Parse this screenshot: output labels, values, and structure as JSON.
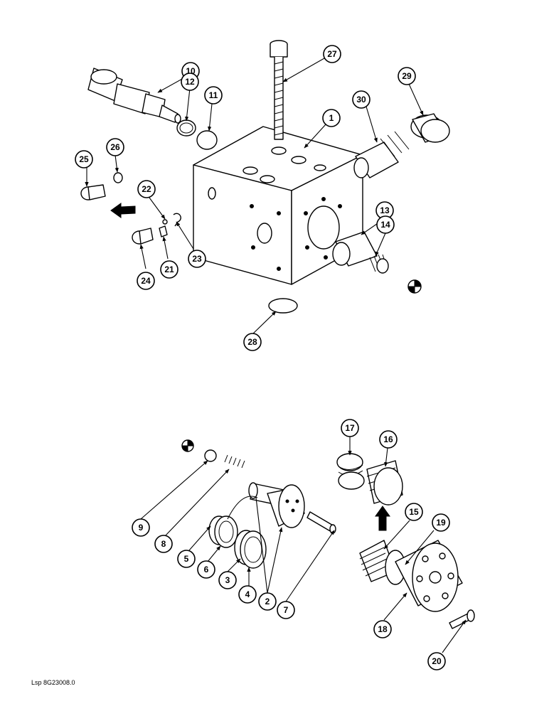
{
  "reference_code": "Lsp 8G23008.0",
  "callouts": [
    "1",
    "2",
    "3",
    "4",
    "5",
    "6",
    "7",
    "8",
    "9",
    "10",
    "11",
    "12",
    "13",
    "14",
    "15",
    "16",
    "17",
    "18",
    "19",
    "20",
    "21",
    "22",
    "23",
    "24",
    "25",
    "26",
    "27",
    "28",
    "29",
    "30"
  ],
  "colors": {
    "line": "#000000",
    "background": "#ffffff"
  }
}
